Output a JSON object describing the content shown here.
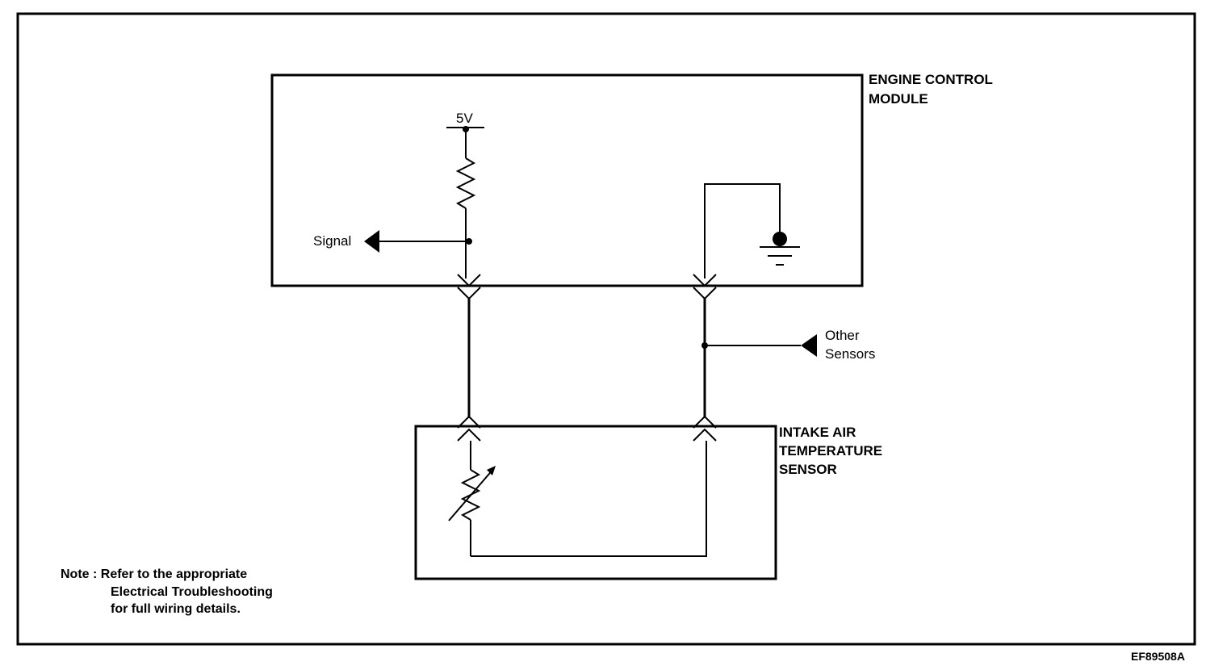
{
  "ecm": {
    "label_line1": "ENGINE CONTROL",
    "label_line2": "MODULE"
  },
  "supply": {
    "label": "5V"
  },
  "signal": {
    "label": "Signal"
  },
  "other": {
    "label_line1": "Other",
    "label_line2": "Sensors"
  },
  "sensor": {
    "label_line1": "INTAKE AIR",
    "label_line2": "TEMPERATURE",
    "label_line3": "SENSOR"
  },
  "note": {
    "line1": "Note :  Refer to the appropriate",
    "line2": "Electrical Troubleshooting",
    "line3": "for full wiring details."
  },
  "figure_code": "EF89508A"
}
